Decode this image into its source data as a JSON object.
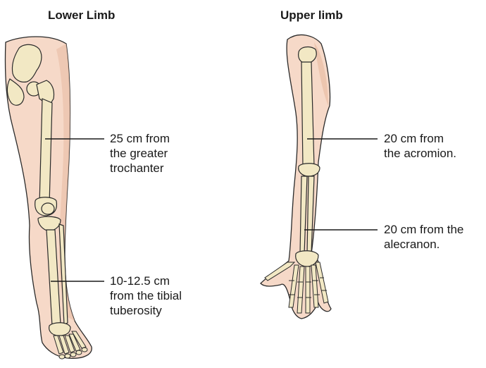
{
  "lower": {
    "title": "Lower Limb",
    "label_a": [
      "25 cm from",
      "the greater",
      "trochanter"
    ],
    "label_b": [
      "10-12.5 cm",
      "from the tibial",
      "tuberosity"
    ]
  },
  "upper": {
    "title": "Upper limb",
    "label_a": [
      "20 cm from",
      "the acromion."
    ],
    "label_b": [
      "20 cm from the",
      "alecranon."
    ]
  },
  "colors": {
    "skin": "#f6d9c8",
    "skin_shadow": "#ebc1a9",
    "bone": "#f2e8c4",
    "bone_shade": "#e2d3a4",
    "outline": "#2a2a2a"
  }
}
